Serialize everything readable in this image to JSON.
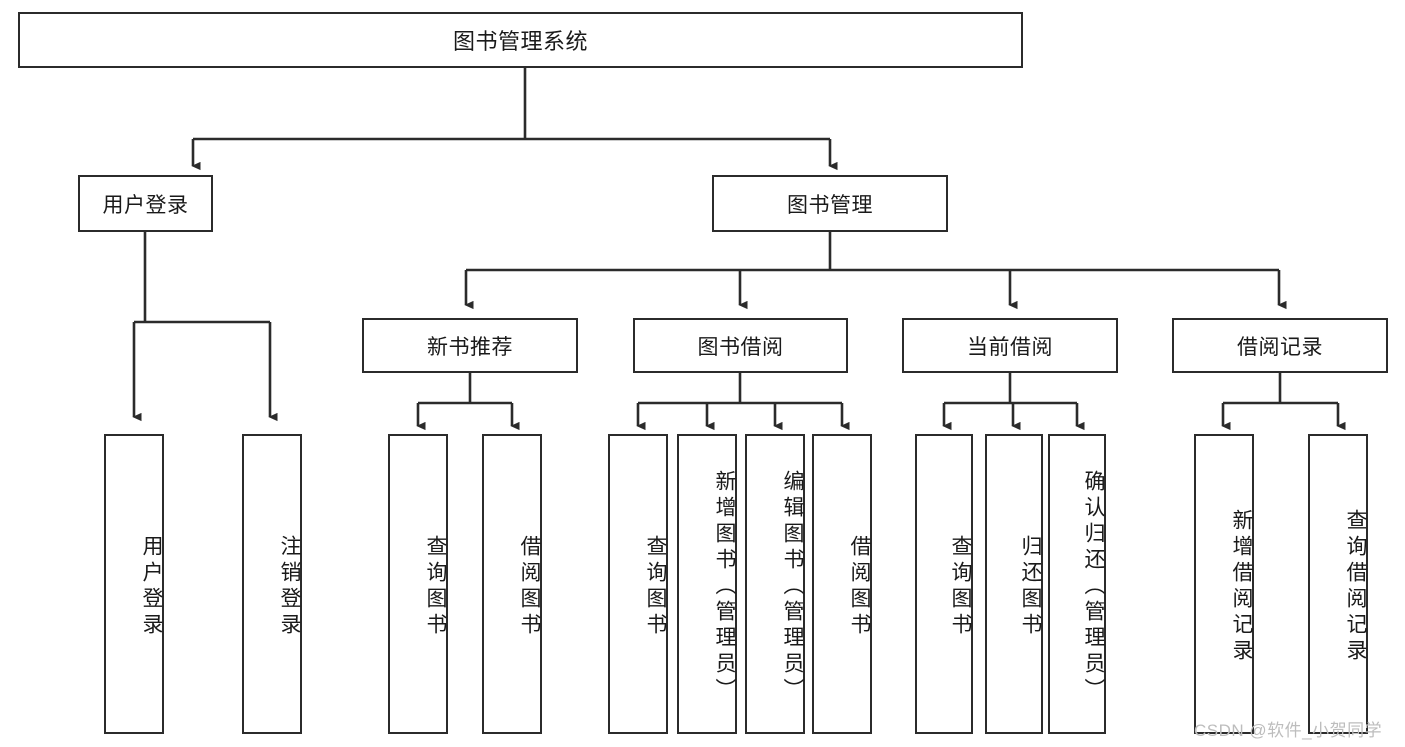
{
  "diagram": {
    "type": "tree",
    "title": "图书管理系统",
    "root": {
      "label": "图书管理系统"
    },
    "level2": [
      {
        "label": "用户登录"
      },
      {
        "label": "图书管理"
      }
    ],
    "level3": [
      {
        "label": "新书推荐"
      },
      {
        "label": "图书借阅"
      },
      {
        "label": "当前借阅"
      },
      {
        "label": "借阅记录"
      }
    ],
    "leaves": {
      "user_login": [
        {
          "label": "用户登录"
        },
        {
          "label": "注销登录"
        }
      ],
      "new_book_recommend": [
        {
          "label": "查询图书"
        },
        {
          "label": "借阅图书"
        }
      ],
      "book_borrow": [
        {
          "label": "查询图书"
        },
        {
          "label": "新增图书（管理员）"
        },
        {
          "label": "编辑图书（管理员）"
        },
        {
          "label": "借阅图书"
        }
      ],
      "current_borrow": [
        {
          "label": "查询图书"
        },
        {
          "label": "归还图书"
        },
        {
          "label": "确认归还（管理员）"
        }
      ],
      "borrow_record": [
        {
          "label": "新增借阅记录"
        },
        {
          "label": "查询借阅记录"
        }
      ]
    }
  },
  "watermark": {
    "text": "CSDN @软件_小贺同学"
  },
  "colors": {
    "stroke": "#2b2b2b",
    "fill": "#ffffff",
    "text": "#1a1a1a",
    "watermark": "#bdbdbd"
  }
}
